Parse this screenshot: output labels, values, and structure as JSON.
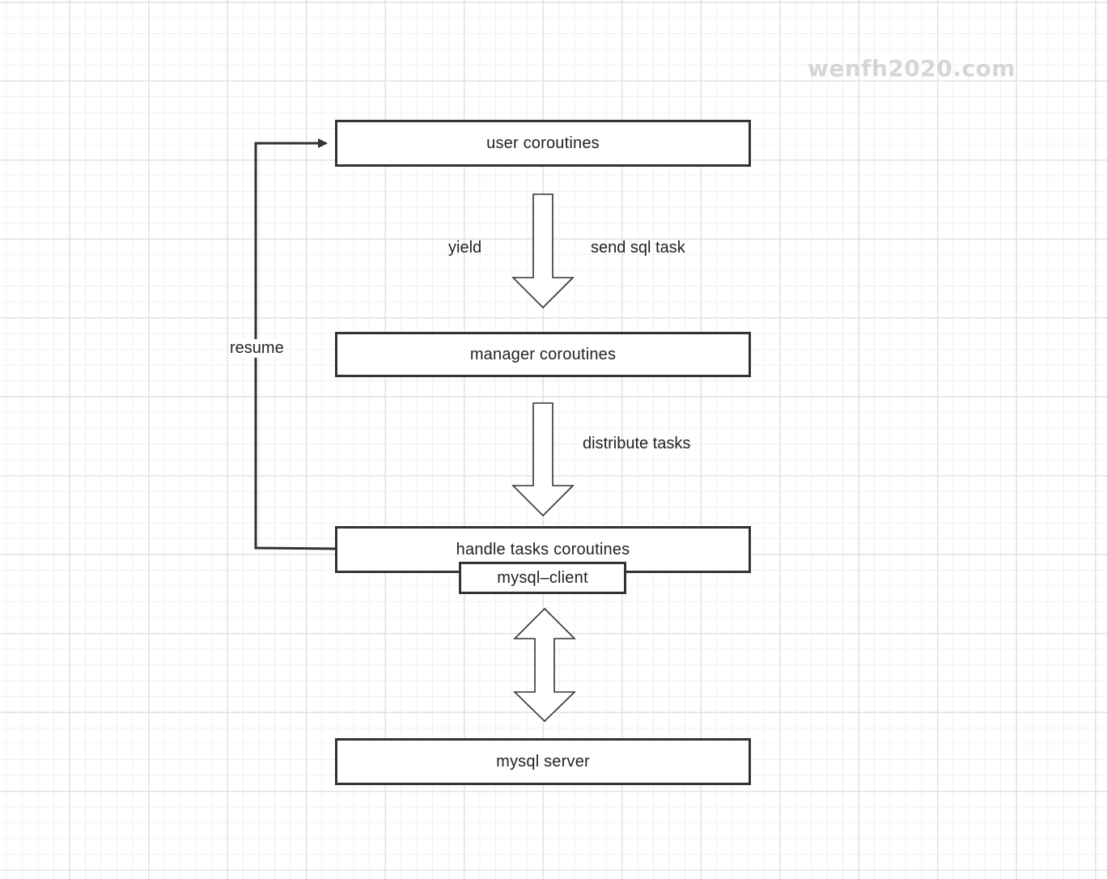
{
  "watermark": "wenfh2020.com",
  "nodes": {
    "user": "user coroutines",
    "manager": "manager coroutines",
    "handle": "handle tasks coroutines",
    "client": "mysql–client",
    "server": "mysql server"
  },
  "edges": {
    "yield": "yield",
    "send": "send sql task",
    "distribute": "distribute tasks",
    "resume": "resume"
  }
}
